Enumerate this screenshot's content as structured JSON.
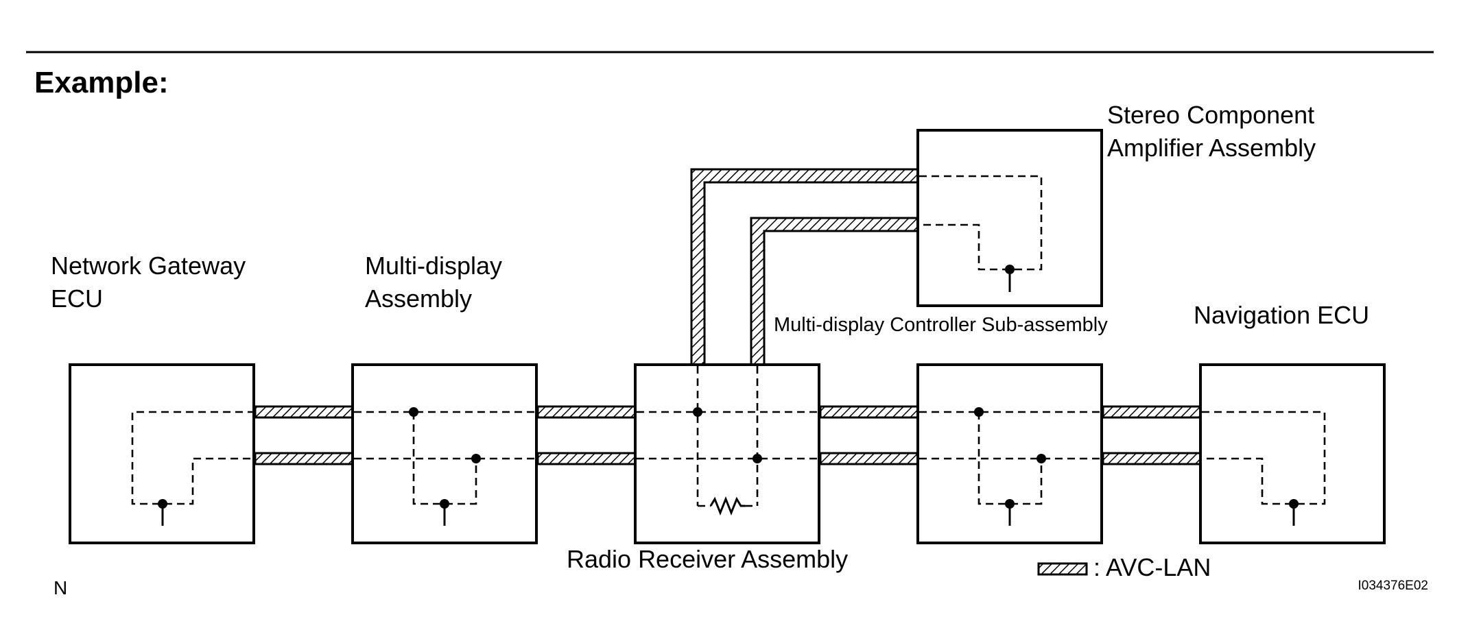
{
  "heading": "Example:",
  "modules": {
    "network_gateway_ecu": [
      "Network Gateway",
      "ECU"
    ],
    "multi_display_assembly": [
      "Multi-display",
      "Assembly"
    ],
    "radio_receiver_assembly": "Radio Receiver Assembly",
    "multi_display_controller": "Multi-display Controller Sub-assembly",
    "navigation_ecu": "Navigation ECU",
    "stereo_amplifier": [
      "Stereo Component",
      "Amplifier Assembly"
    ]
  },
  "legend": {
    "label": ": AVC-LAN"
  },
  "footer": {
    "left_code": "N",
    "figure_id": "I034376E02"
  }
}
